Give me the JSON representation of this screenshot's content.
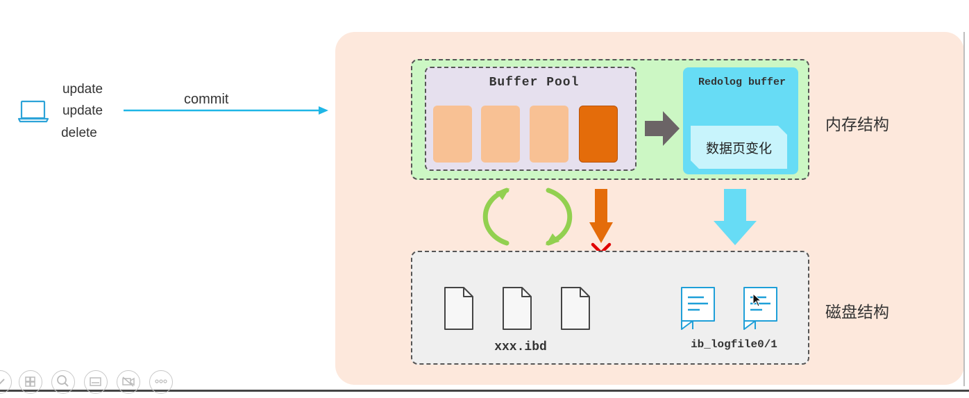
{
  "client": {
    "statements": [
      "update",
      "update",
      "delete"
    ],
    "commit_label": "commit"
  },
  "memory": {
    "buffer_pool_title": "Buffer Pool",
    "redolog_buffer_title": "Redolog buffer",
    "redolog_buffer_content": "数据页变化",
    "label": "内存结构"
  },
  "disk": {
    "ibd_label": "xxx.ibd",
    "logfile_label": "ib_logfile0/1",
    "label": "磁盘结构"
  },
  "colors": {
    "panel": "#fde8dc",
    "memory_area": "#ccf7c4",
    "buffer_pool": "#e6e0ee",
    "page_clean": "#f8c194",
    "page_dirty": "#e46c0a",
    "redolog_buffer": "#67dcf5",
    "disk_area": "#efefef",
    "flow_arrow": "#1fb6e6",
    "flush_arrow": "#e46c0a",
    "cycle_arrow": "#92d050",
    "blocked_mark": "#e00000"
  },
  "toolbar_icons": [
    "pen-icon",
    "layout-icon",
    "zoom-icon",
    "subtitle-icon",
    "camera-off-icon",
    "more-icon"
  ]
}
